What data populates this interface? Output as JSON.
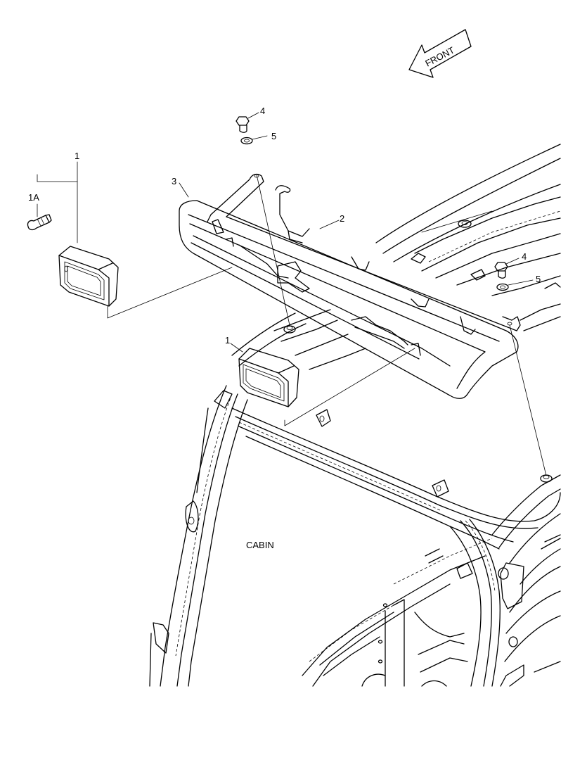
{
  "diagram": {
    "front_label": "FRONT",
    "cabin_label": "CABIN",
    "callouts": {
      "lamp_upper": "1",
      "bulb": "1A",
      "lamp_lower": "1",
      "bracket": "2",
      "housing": "3",
      "bolt_left": "4",
      "washer_left": "5",
      "bolt_right": "4",
      "washer_right": "5"
    }
  },
  "colors": {
    "line": "#000000",
    "background": "#ffffff"
  }
}
